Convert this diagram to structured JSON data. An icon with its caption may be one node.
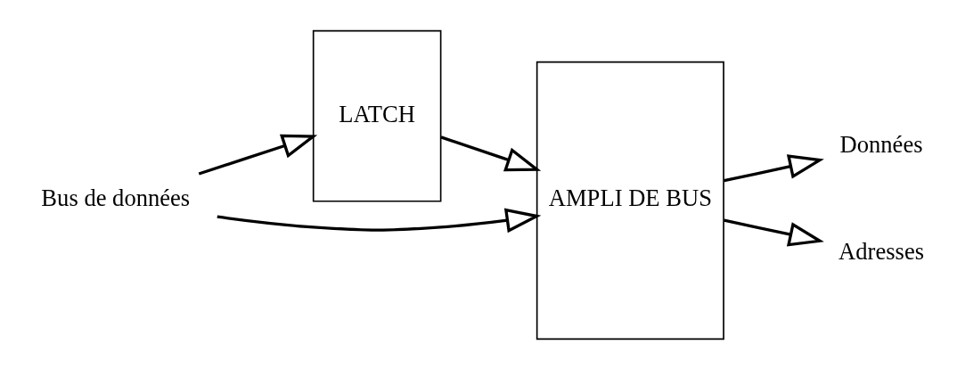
{
  "diagram": {
    "nodes": [
      {
        "text": [
          "Bus de données"
        ]
      },
      {
        "text": [
          "LATCH"
        ]
      },
      {
        "text": [
          "AMPLI DE BUS"
        ]
      },
      {
        "text": [
          "Données"
        ]
      },
      {
        "text": [
          "Adresses"
        ]
      }
    ],
    "edges": [
      {
        "from": 0,
        "to": 2,
        "arrow": "to"
      },
      {
        "from": 0,
        "to": 1,
        "arrow": "to"
      },
      {
        "from": 1,
        "to": 2,
        "arrow": "to"
      },
      {
        "from": 2,
        "to": 3,
        "arrow": "to"
      },
      {
        "from": 2,
        "to": 4,
        "arrow": "to"
      }
    ]
  }
}
